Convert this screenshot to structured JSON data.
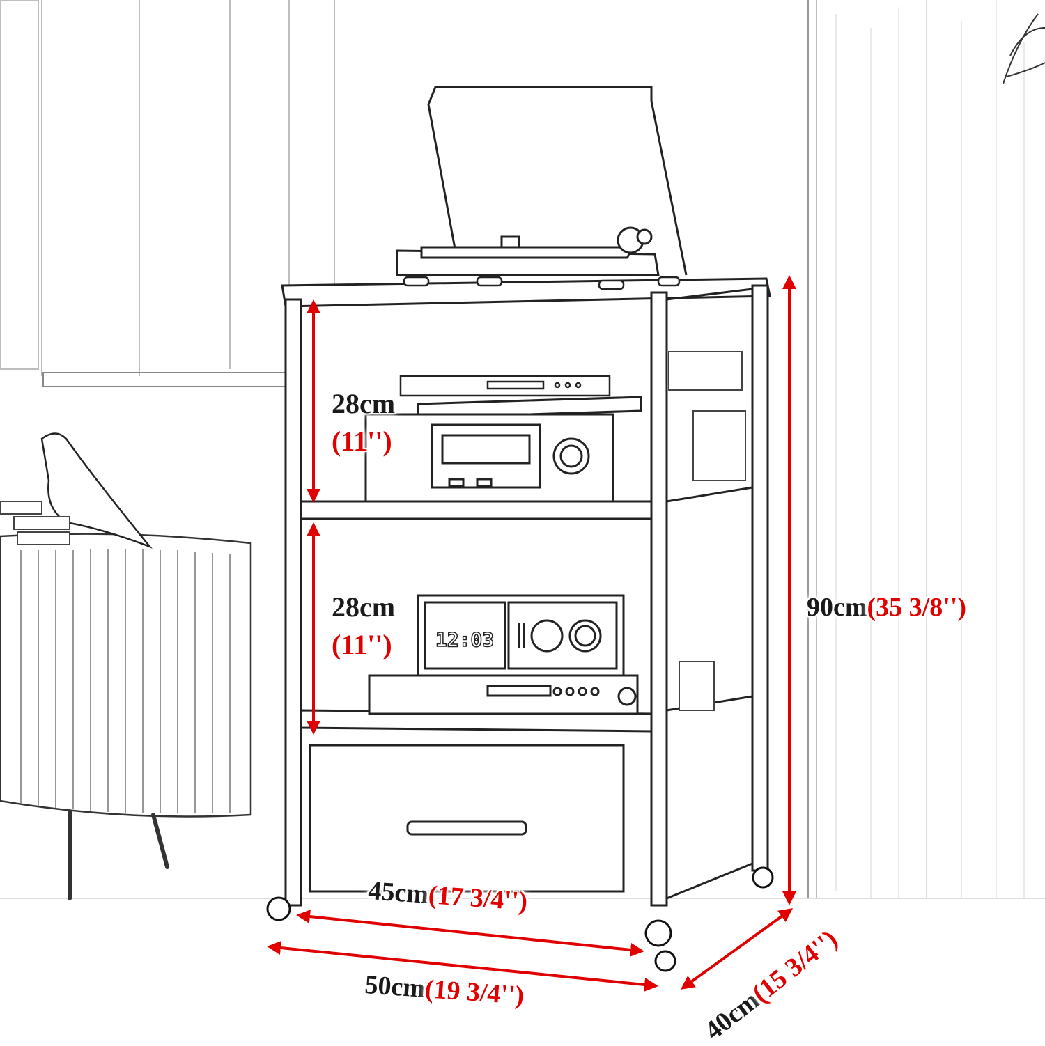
{
  "diagram": {
    "type": "product-dimension-illustration",
    "subject": "Rolling audio equipment stand with turntable, shelves and drawer",
    "style": "pencil-sketch line drawing",
    "accent_color": "#e00000",
    "text_color": "#1a1a1a"
  },
  "dimensions": {
    "upper_shelf_height": {
      "metric": "28cm",
      "imperial": "(11'')"
    },
    "lower_shelf_height": {
      "metric": "28cm",
      "imperial": "(11'')"
    },
    "total_height": {
      "metric": "90cm",
      "imperial": "(35 3/8'')"
    },
    "inner_width": {
      "metric": "45cm",
      "imperial": "(17 3/4'')"
    },
    "outer_width": {
      "metric": "50cm",
      "imperial": "(19 3/4'')"
    },
    "depth": {
      "metric": "40cm",
      "imperial": "(15 3/4'')"
    }
  },
  "scene_items": {
    "turntable": "turntable with open dust cover",
    "upper_shelf_device": "audio receiver",
    "lower_shelf_device": "clock radio",
    "clock_display": "12:03",
    "bottom": "drawer with handle",
    "side_furniture": "ribbed round cabinet with bird figurine"
  }
}
